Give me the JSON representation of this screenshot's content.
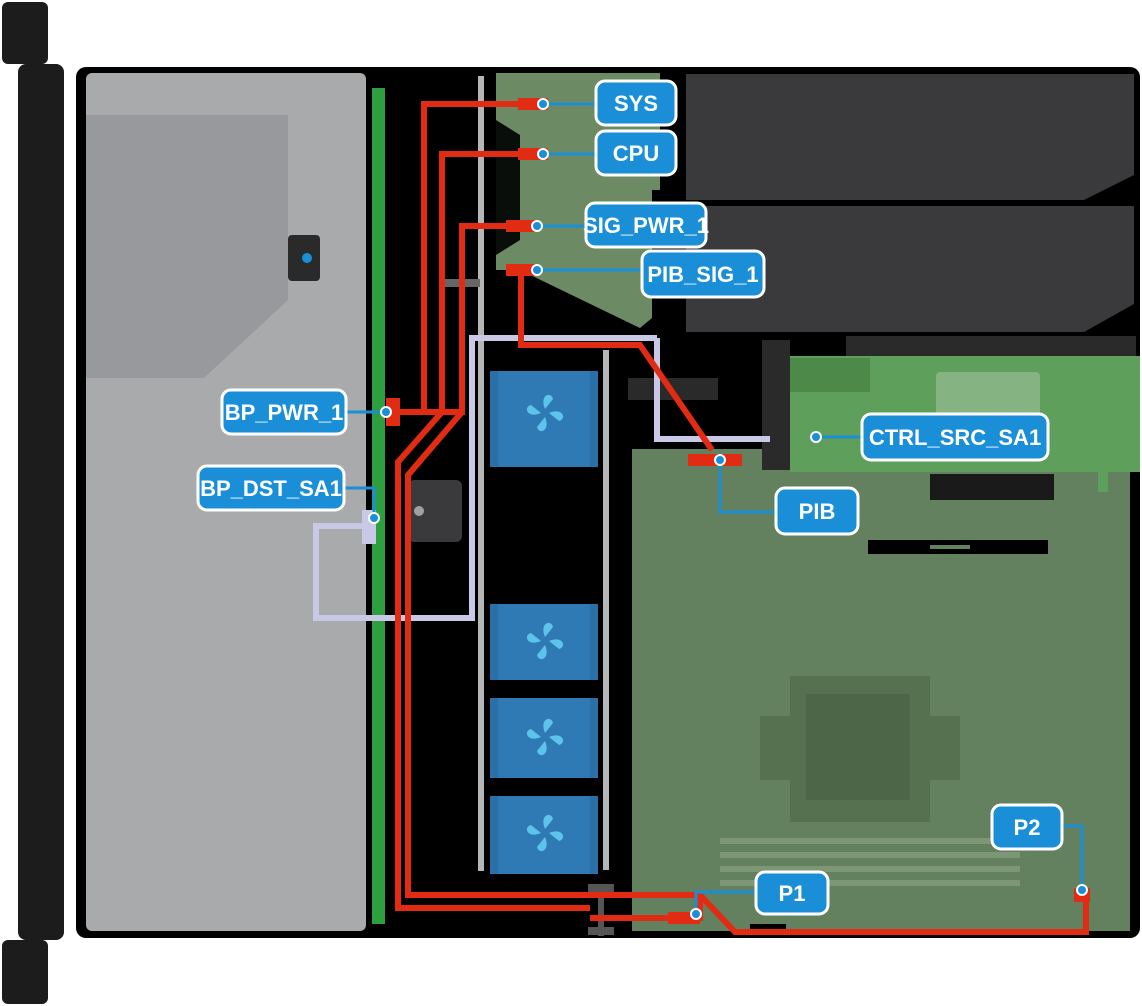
{
  "diagram": {
    "labels": {
      "sys": "SYS",
      "cpu": "CPU",
      "sig_pwr_1": "SIG_PWR_1",
      "pib_sig_1": "PIB_SIG_1",
      "bp_pwr_1": "BP_PWR_1",
      "bp_dst_sa1": "BP_DST_SA1",
      "ctrl_src_sa1": "CTRL_SRC_SA1",
      "pib": "PIB",
      "p1": "P1",
      "p2": "P2"
    },
    "colors": {
      "callout_fill": "#1a8fd8",
      "callout_border": "#ffffff",
      "power_cable": "#e12b12",
      "signal_cable": "#c9c8e6",
      "backplane": "#2e9f3e",
      "motherboard": "#63805f",
      "pib_board": "#6c8a63",
      "controller_board": "#5ea05b",
      "chassis": "#000000",
      "drive_bay": "#a8aaac",
      "fan": "#2a6fa5",
      "fan_blade": "#5cc4ea",
      "psu": "#3a3a3c"
    },
    "icons": [
      "fan-icon"
    ]
  }
}
